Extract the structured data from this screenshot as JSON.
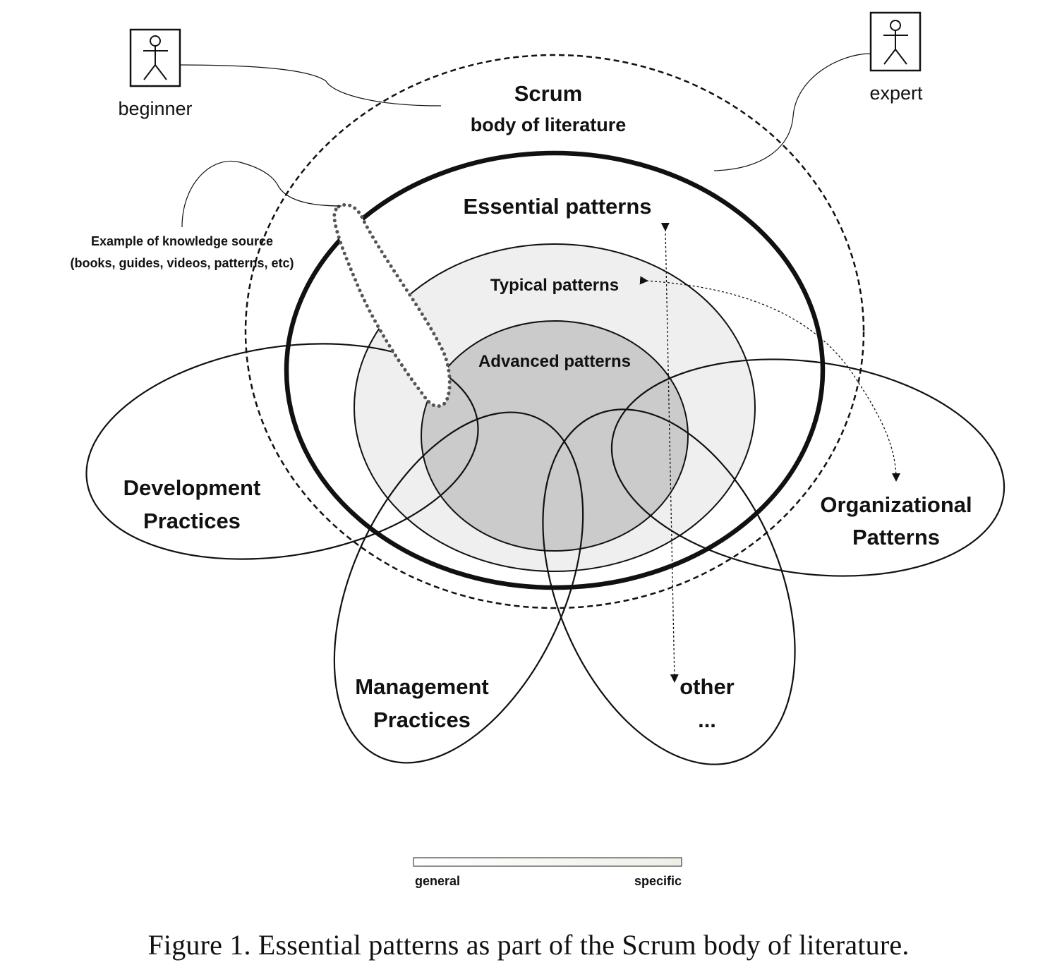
{
  "actors": {
    "beginner": {
      "label": "beginner",
      "icon": "stick-figure-icon"
    },
    "expert": {
      "label": "expert",
      "icon": "stick-figure-icon"
    }
  },
  "regions": {
    "scrum_title": "Scrum",
    "scrum_subtitle": "body of literature",
    "essential": "Essential patterns",
    "typical": "Typical patterns",
    "advanced": "Advanced patterns",
    "development": [
      "Development",
      "Practices"
    ],
    "management": [
      "Management",
      "Practices"
    ],
    "organizational": [
      "Organizational",
      "Patterns"
    ],
    "other": [
      "other",
      "..."
    ]
  },
  "knowledge_source": {
    "line1": "Example of knowledge source",
    "line2": "(books, guides, videos, patterns, etc)"
  },
  "gradient_legend": {
    "left_label": "general",
    "right_label": "specific",
    "from_color": "#ffffff",
    "to_color": "#efeee6"
  },
  "colors": {
    "typical_fill": "#efefef",
    "advanced_fill": "#cbcbcb",
    "stroke": "#111111"
  },
  "caption": "Figure 1. Essential patterns as part of the Scrum body of literature."
}
